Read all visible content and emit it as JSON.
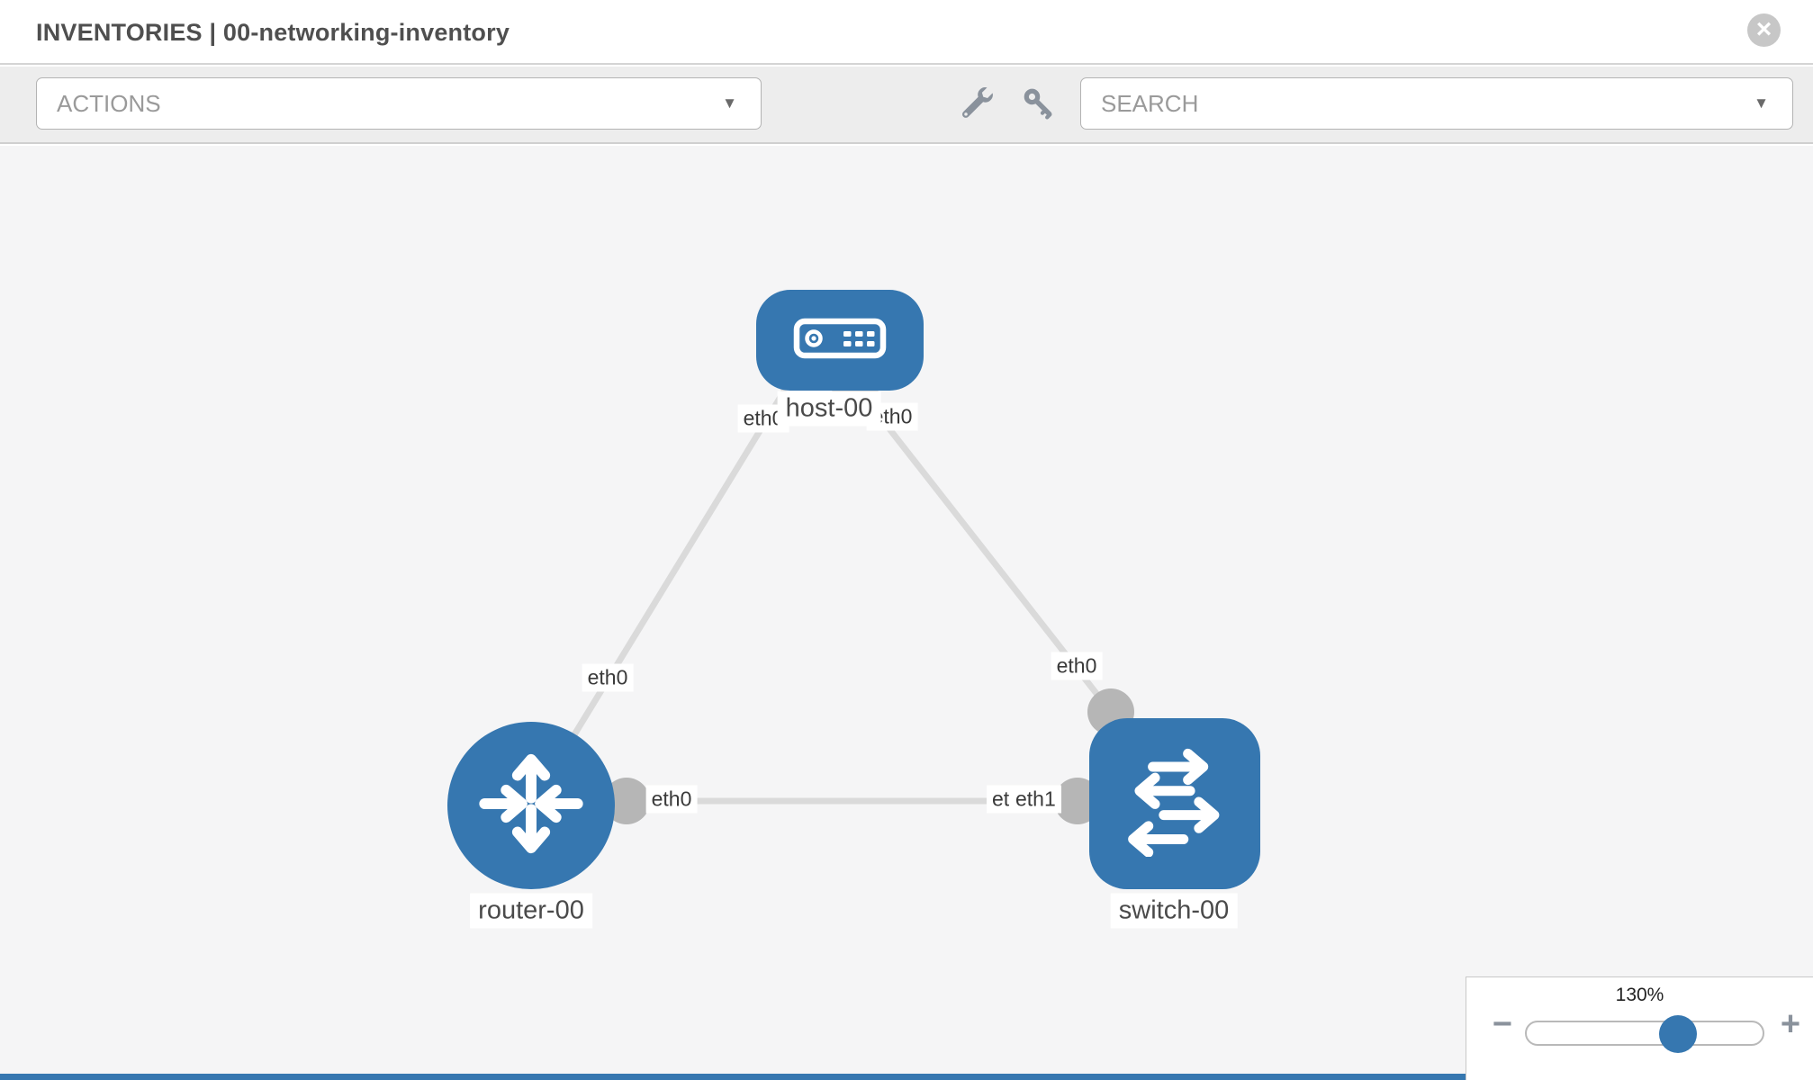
{
  "header": {
    "title": "INVENTORIES | 00-networking-inventory",
    "close_glyph": "×"
  },
  "toolbar": {
    "actions_label": "ACTIONS",
    "caret_glyph": "▼",
    "wrench_icon": "wrench-icon",
    "key_icon": "key-icon",
    "search_placeholder": "SEARCH"
  },
  "topology": {
    "nodes": [
      {
        "name": "host-00",
        "type": "host"
      },
      {
        "name": "router-00",
        "type": "router"
      },
      {
        "name": "switch-00",
        "type": "switch"
      }
    ],
    "links": [
      {
        "from": "router-00",
        "from_iface": "eth0",
        "to": "host-00",
        "to_iface": "eth0"
      },
      {
        "from": "host-00",
        "from_iface": "eth0",
        "to": "switch-00",
        "to_iface": "eth0"
      },
      {
        "from": "router-00",
        "from_iface": "eth0",
        "to": "switch-00",
        "to_iface": "eth1",
        "overlapped_iface": "eth0"
      }
    ]
  },
  "zoom_control": {
    "level": "130%",
    "percent": 130,
    "minus_glyph": "−",
    "plus_glyph": "+"
  },
  "colors": {
    "node_blue": "#3677b0",
    "link_gray": "#dadada",
    "port_gray": "#b6b6b6",
    "canvas_bg": "#f5f5f6",
    "toolbar_bg": "#ededed",
    "accent_bar_blue": "#3677b0"
  }
}
